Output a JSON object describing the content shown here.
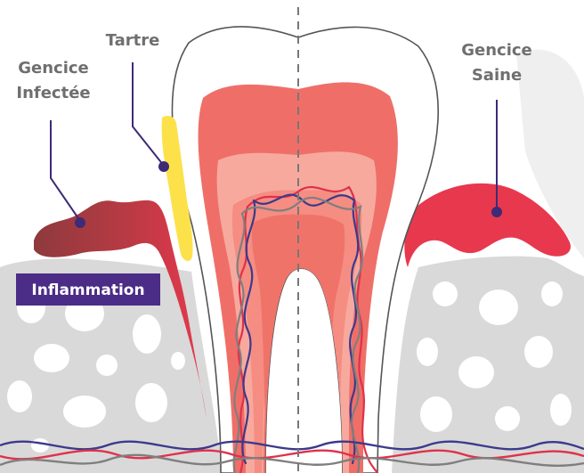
{
  "labels": {
    "infected_gum_line1": "Gencice",
    "infected_gum_line2": "Infectée",
    "tartar": "Tartre",
    "healthy_gum_line1": "Gencice",
    "healthy_gum_line2": "Saine",
    "inflammation": "Inflammation"
  },
  "colors": {
    "bone": "#d9d9d9",
    "bone_holes": "#ffffff",
    "tooth_outline": "#555555",
    "dentin": "#ef6f68",
    "dentin_light": "#f7a99e",
    "pulp_mid": "#f58d82",
    "pulp_core": "#f0736a",
    "tartar": "#fde14b",
    "healthy_gum": "#e8384e",
    "infected_gum_dark": "#8e3a3d",
    "infected_gum_light": "#e23c4c",
    "inflammation_badge": "#4b2c86",
    "pointer_line": "#3e2a77",
    "nerve_red": "#e0314a",
    "nerve_blue": "#3b3a8c",
    "nerve_gray": "#7f7f7f",
    "divider": "#777777",
    "label_text": "#6f6f6f"
  }
}
